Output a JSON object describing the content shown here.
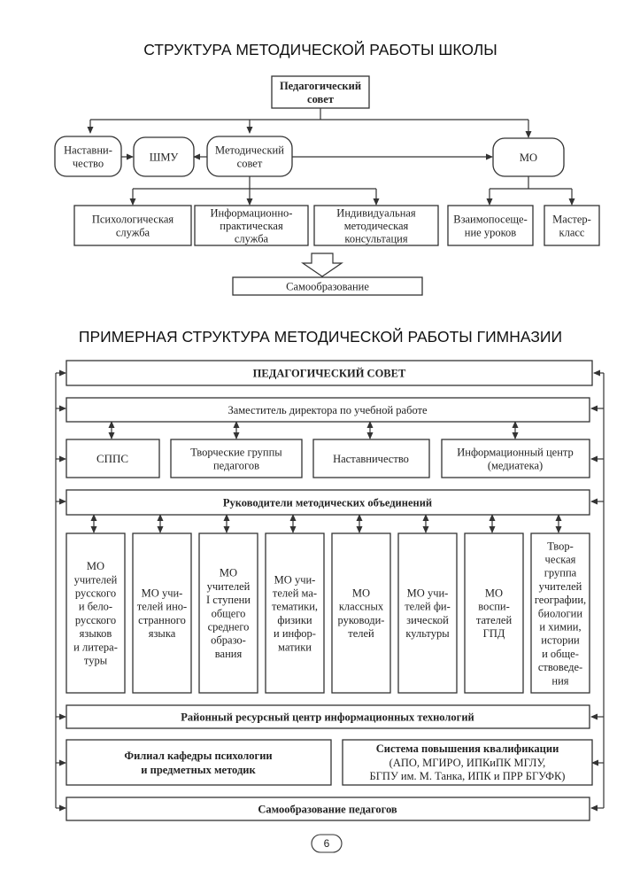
{
  "diagram1": {
    "title": "СТРУКТУРА МЕТОДИЧЕСКОЙ РАБОТЫ ШКОЛЫ",
    "ped_council": [
      "Педагогический",
      "совет"
    ],
    "mentoring": [
      "Наставни-",
      "чество"
    ],
    "shmu": [
      "ШМУ"
    ],
    "method_council": [
      "Методический",
      "совет"
    ],
    "mo": [
      "МО"
    ],
    "psych": [
      "Психологическая",
      "служба"
    ],
    "info_service": [
      "Информационно-",
      "практическая",
      "служба"
    ],
    "individual": [
      "Индивидуальная",
      "методическая",
      "консультация"
    ],
    "mutual": [
      "Взаимопосеще-",
      "ние уроков"
    ],
    "master": [
      "Мастер-",
      "класс"
    ],
    "selfedu": [
      "Самообразование"
    ]
  },
  "diagram2": {
    "title": "ПРИМЕРНАЯ СТРУКТУРА МЕТОДИЧЕСКОЙ РАБОТЫ ГИМНАЗИИ",
    "ped_council": [
      "ПЕДАГОГИЧЕСКИЙ СОВЕТ"
    ],
    "deputy": [
      "Заместитель директора по учебной работе"
    ],
    "spps": [
      "СППС"
    ],
    "creative": [
      "Творческие группы",
      "педагогов"
    ],
    "mentoring": [
      "Наставничество"
    ],
    "infocenter": [
      "Информационный центр",
      "(медиатека)"
    ],
    "heads": [
      "Руководители методических объединений"
    ],
    "mos": [
      [
        "МО",
        "учителей",
        "русского",
        "и бело-",
        "русского",
        "языков",
        "и литера-",
        "туры"
      ],
      [
        "МО учи-",
        "телей ино-",
        "странного",
        "языка"
      ],
      [
        "МО",
        "учителей",
        "I ступени",
        "общего",
        "среднего",
        "образо-",
        "вания"
      ],
      [
        "МО учи-",
        "телей ма-",
        "тематики,",
        "физики",
        "и инфор-",
        "матики"
      ],
      [
        "МО",
        "классных",
        "руководи-",
        "телей"
      ],
      [
        "МО учи-",
        "телей фи-",
        "зической",
        "культуры"
      ],
      [
        "МО",
        "воспи-",
        "тателей",
        "ГПД"
      ],
      [
        "Твор-",
        "ческая",
        "группа",
        "учителей",
        "географии,",
        "биологии",
        "и химии,",
        "истории",
        "и обще-",
        "ствоведе-",
        "ния"
      ]
    ],
    "resource": [
      "Районный ресурсный центр информационных технологий"
    ],
    "branch": [
      "Филиал кафедры психологии",
      "и предметных методик"
    ],
    "qualification_title": "Система повышения квалификации",
    "qualification_lines": [
      "(АПО, МГИРО, ИПКиПК МГЛУ,",
      "БГПУ им. М. Танка, ИПК и ПРР БГУФК)"
    ],
    "selfedu": [
      "Самообразование педагогов"
    ]
  },
  "page_number": "6"
}
